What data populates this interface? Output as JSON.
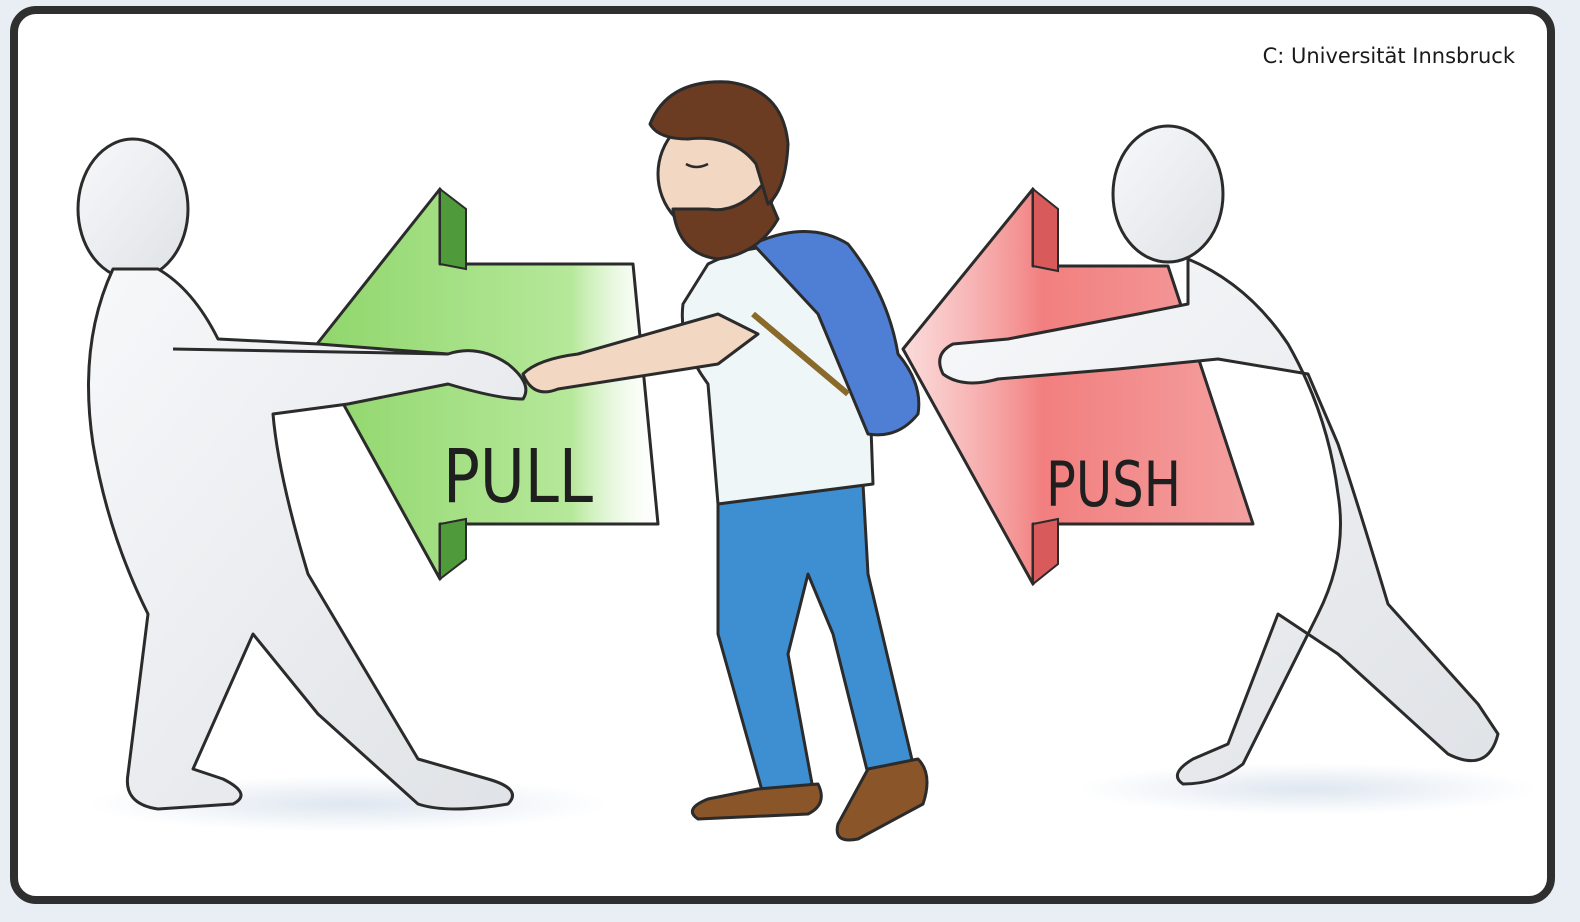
{
  "credit": "C: Universität Innsbruck",
  "pull_label": "PULL",
  "push_label": "PUSH",
  "colors": {
    "pull_arrow": "#8fd66b",
    "pull_arrow_dark": "#4f9a3a",
    "push_arrow": "#f27f7f",
    "push_arrow_dark": "#d95a5a",
    "figure": "#eceef1",
    "jeans": "#3e8fd1",
    "backpack": "#4f7fd4",
    "hair": "#6b3b22",
    "shoes": "#8a5528"
  }
}
